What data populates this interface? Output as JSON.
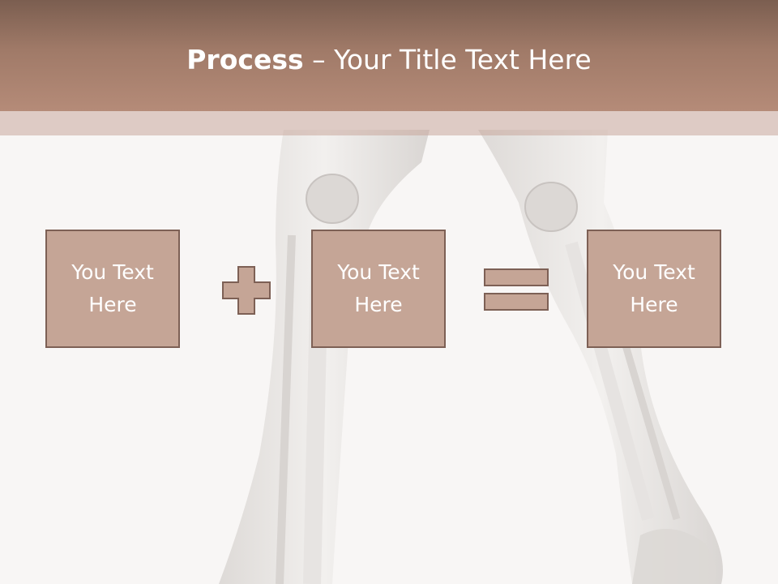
{
  "slide": {
    "title_bold": "Process",
    "title_dash": " – ",
    "title_rest": "Your Title Text Here",
    "boxes": [
      {
        "text": "You Text Here"
      },
      {
        "text": "You Text Here"
      },
      {
        "text": "You Text Here"
      }
    ],
    "operators": [
      "plus-icon",
      "equals-icon"
    ]
  },
  "colors": {
    "header_dark": "#7b5e50",
    "header_light": "#b58b78",
    "box_fill": "#c5a596",
    "box_border": "#7d6055",
    "background": "#f8f6f5"
  }
}
